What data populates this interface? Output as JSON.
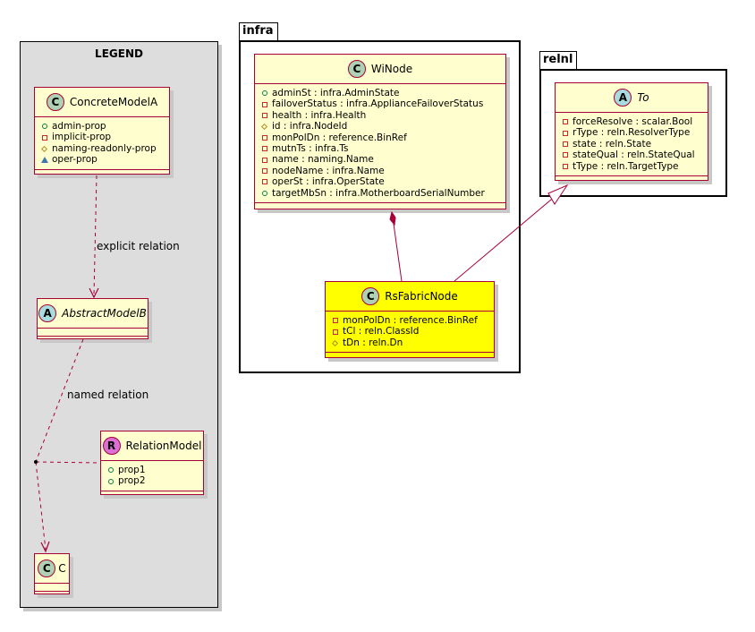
{
  "legend": {
    "title": "LEGEND"
  },
  "packages": {
    "infra": "infra",
    "reln": "relnl"
  },
  "classes": {
    "concrete_model_a": {
      "name": "ConcreteModelA",
      "attributes": [
        "admin-prop",
        "implicit-prop",
        "naming-readonly-prop",
        "oper-prop"
      ]
    },
    "abstract_model_b": {
      "name": "AbstractModelB"
    },
    "relation_model": {
      "name": "RelationModel",
      "attributes": [
        "prop1",
        "prop2"
      ]
    },
    "c": {
      "name": "C"
    },
    "winode": {
      "name": "WiNode",
      "attributes": [
        "adminSt : infra.AdminState",
        "failoverStatus : infra.ApplianceFailoverStatus",
        "health : infra.Health",
        "id : infra.NodeId",
        "monPolDn : reference.BinRef",
        "mutnTs : infra.Ts",
        "name : naming.Name",
        "nodeName : infra.Name",
        "operSt : infra.OperState",
        "targetMbSn : infra.MotherboardSerialNumber"
      ]
    },
    "rsfabricnode": {
      "name": "RsFabricNode",
      "attributes": [
        "monPolDn : reference.BinRef",
        "tCl : reln.ClassId",
        "tDn : reln.Dn"
      ]
    },
    "to": {
      "name": "To",
      "attributes": [
        "forceResolve : scalar.Bool",
        "rType : reln.ResolverType",
        "state : reln.State",
        "stateQual : reln.StateQual",
        "tType : reln.TargetType"
      ]
    }
  },
  "relations": {
    "explicit": "explicit relation",
    "named": "named relation"
  },
  "colors": {
    "class_fill": "#fefece",
    "class_border": "#a80036",
    "highlight": "#ffff00",
    "legend_bg": "#dddddd"
  }
}
